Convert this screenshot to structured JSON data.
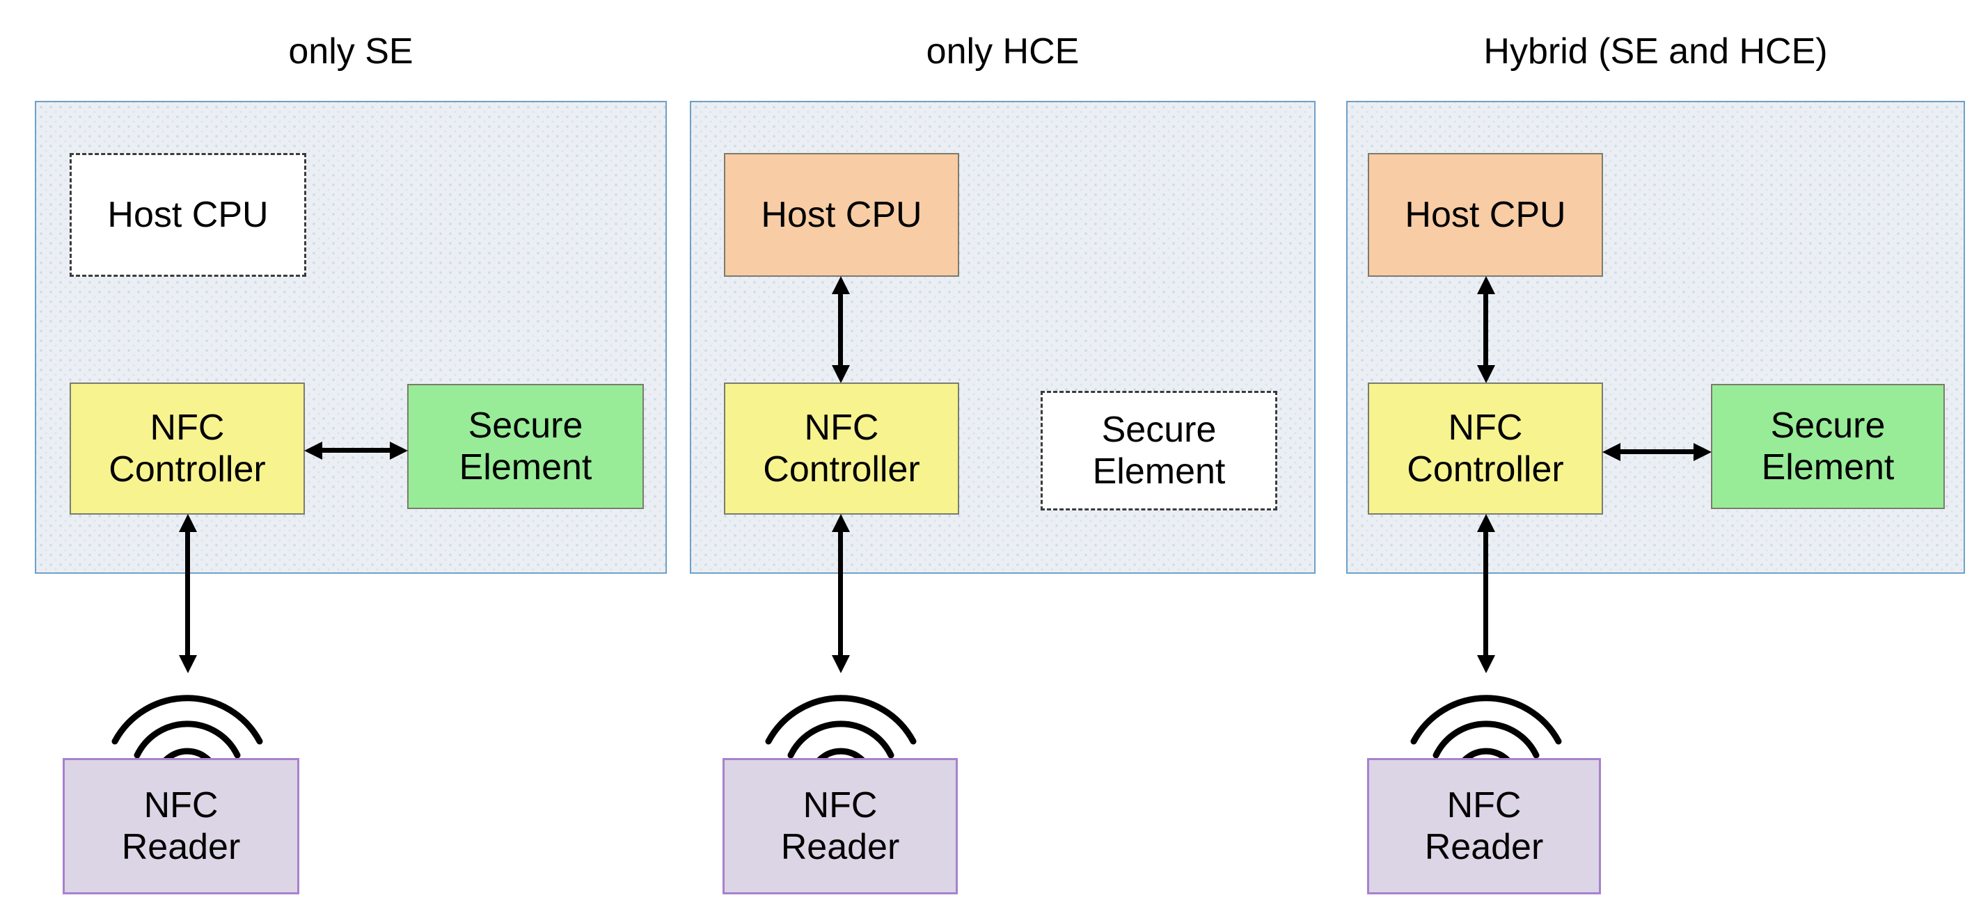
{
  "panels": [
    {
      "title": "only SE",
      "boxes": {
        "host_cpu": {
          "lines": [
            "Host CPU"
          ],
          "state": "inactive-dashed"
        },
        "nfc_controller": {
          "lines": [
            "NFC",
            "Controller"
          ],
          "state": "active"
        },
        "secure_element": {
          "lines": [
            "Secure",
            "Element"
          ],
          "state": "active"
        },
        "nfc_reader": {
          "lines": [
            "NFC",
            "Reader"
          ]
        }
      },
      "connections": [
        "nfc_controller <-> secure_element",
        "nfc_controller <-> nfc_reader (radio)"
      ]
    },
    {
      "title": "only HCE",
      "boxes": {
        "host_cpu": {
          "lines": [
            "Host CPU"
          ],
          "state": "active"
        },
        "nfc_controller": {
          "lines": [
            "NFC",
            "Controller"
          ],
          "state": "active"
        },
        "secure_element": {
          "lines": [
            "Secure",
            "Element"
          ],
          "state": "inactive-dashed"
        },
        "nfc_reader": {
          "lines": [
            "NFC",
            "Reader"
          ]
        }
      },
      "connections": [
        "host_cpu <-> nfc_controller",
        "nfc_controller <-> nfc_reader (radio)"
      ]
    },
    {
      "title": "Hybrid (SE and HCE)",
      "boxes": {
        "host_cpu": {
          "lines": [
            "Host CPU"
          ],
          "state": "active"
        },
        "nfc_controller": {
          "lines": [
            "NFC",
            "Controller"
          ],
          "state": "active"
        },
        "secure_element": {
          "lines": [
            "Secure",
            "Element"
          ],
          "state": "active"
        },
        "nfc_reader": {
          "lines": [
            "NFC",
            "Reader"
          ]
        }
      },
      "connections": [
        "host_cpu <-> nfc_controller",
        "nfc_controller <-> secure_element",
        "nfc_controller <-> nfc_reader (radio)"
      ]
    }
  ],
  "icons": {
    "radio_waves": "nfc-radio-waves-three-arcs",
    "arrow": "double-headed-arrow"
  },
  "colors": {
    "panel_bg": "#EBEFF4",
    "panel_border": "#6FA0C7",
    "host_cpu_orange": "#F8CCA4",
    "nfc_yellow": "#F7F38F",
    "secure_green": "#98EC98",
    "reader_purple": "#DBD5E5",
    "reader_border": "#A981CE",
    "box_border": "#7B7B6E",
    "dashed_border": "#3B3B3B",
    "arrow": "#000000",
    "text": "#000000"
  }
}
